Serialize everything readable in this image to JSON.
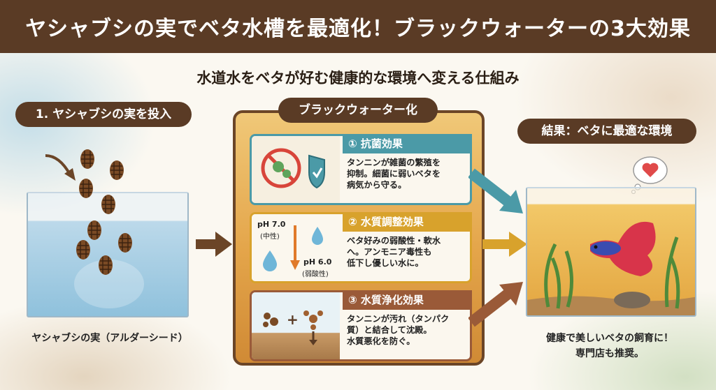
{
  "header": {
    "title": "ヤシャブシの実でベタ水槽を最適化！ブラックウォーターの3大効果"
  },
  "subtitle": "水道水をベタが好む健康的な環境へ変える仕組み",
  "step1": {
    "label": "1. ヤシャブシの実を投入",
    "caption": "ヤシャブシの実（アルダーシード）"
  },
  "center": {
    "label": "ブラックウォーター化",
    "cards": [
      {
        "title": "① 抗菌効果",
        "text": "タンニンが雑菌の繁殖を\n抑制。細菌に弱いベタを\n病気から守る。",
        "color": "#4b9aa7"
      },
      {
        "title": "② 水質調整効果",
        "text": "ベタ好みの弱酸性・軟水\nへ。アンモニア毒性も\n低下し優しい水に。",
        "color": "#d8a22c",
        "ph_top": "pH 7.0",
        "ph_top_sub": "(中性)",
        "ph_bottom": "pH 6.0",
        "ph_bottom_sub": "(弱酸性)"
      },
      {
        "title": "③ 水質浄化効果",
        "text": "タンニンが汚れ（タンパク\n質）と結合して沈殿。\n水質悪化を防ぐ。",
        "color": "#9a5a38"
      }
    ]
  },
  "result": {
    "label": "結果：ベタに最適な環境",
    "caption_line1": "健康で美しいベタの飼育に！",
    "caption_line2": "専門店も推奨。"
  },
  "colors": {
    "brown": "#5a3b25",
    "teal": "#4b9aa7",
    "gold": "#d8a22c",
    "rust": "#9a5a38"
  }
}
